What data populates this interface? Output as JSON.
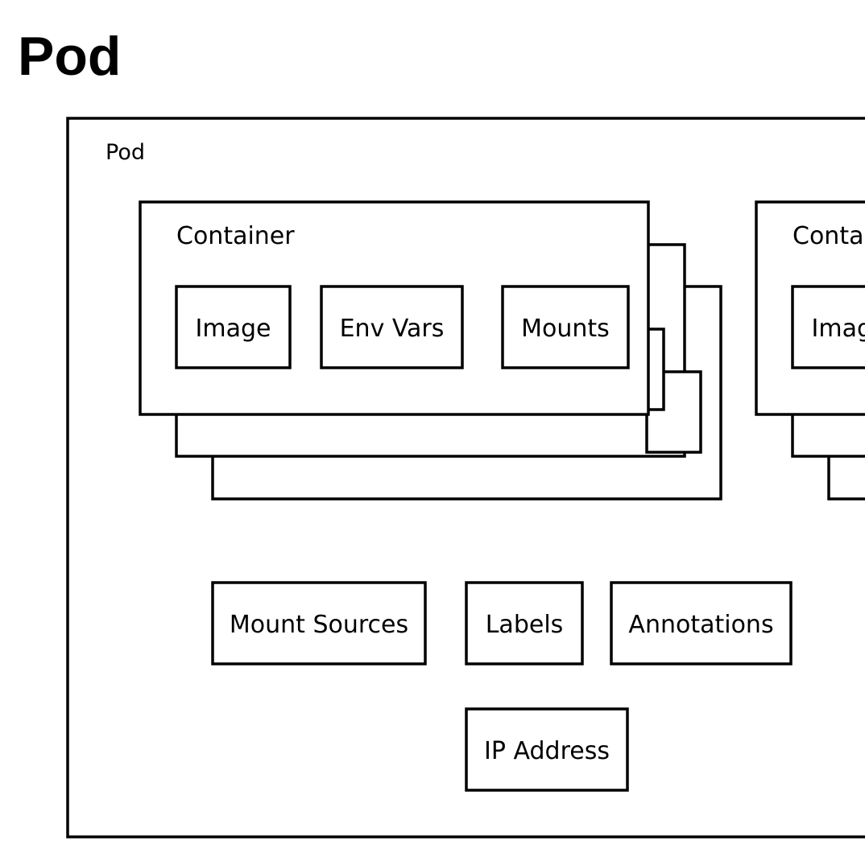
{
  "heading": "Pod",
  "pod": {
    "label": "Pod",
    "containers": [
      {
        "label": "Container",
        "items": [
          "Image",
          "Env Vars",
          "Mounts"
        ]
      },
      {
        "label": "Container",
        "items": [
          "Image"
        ]
      }
    ],
    "resources": [
      "Mount Sources",
      "Labels",
      "Annotations"
    ],
    "network": [
      "IP Address"
    ]
  }
}
